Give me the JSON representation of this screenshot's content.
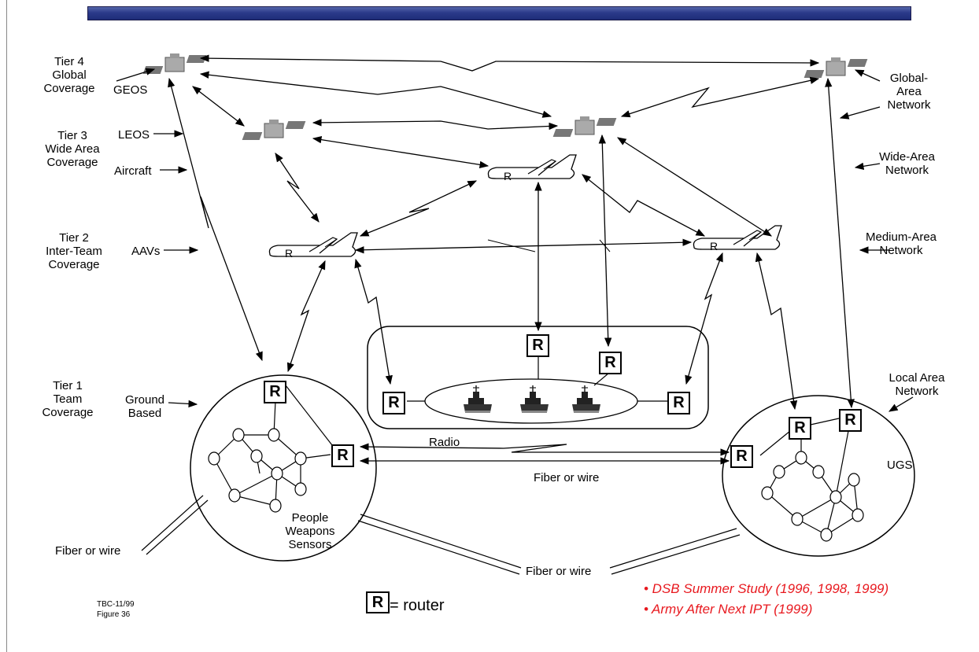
{
  "tiers": {
    "tier4": "Tier 4\nGlobal\nCoverage",
    "tier3": "Tier 3\nWide Area\nCoverage",
    "tier2": "Tier 2\nInter-Team\nCoverage",
    "tier1": "Tier 1\nTeam\nCoverage"
  },
  "platforms": {
    "geos": "GEOS",
    "leos": "LEOS",
    "aircraft": "Aircraft",
    "aavs": "AAVs",
    "ground": "Ground\nBased"
  },
  "networks": {
    "global": "Global-\nArea\nNetwork",
    "wide": "Wide-Area\nNetwork",
    "medium": "Medium-Area\nNetwork",
    "local": "Local Area\nNetwork"
  },
  "links": {
    "radio": "Radio",
    "fiber_center": "Fiber or  wire",
    "fiber_left": "Fiber or  wire",
    "fiber_bottom": "Fiber or  wire"
  },
  "cluster_left": "People\nWeapons\nSensors",
  "cluster_right": "UGS",
  "router_letter": "R",
  "legend_text": "= router",
  "sources": [
    "• DSB Summer Study (1996, 1998, 1999)",
    "• Army After Next IPT (1999)"
  ],
  "footer": {
    "code": "TBC-11/99",
    "figure": "Figure 36"
  },
  "colors": {
    "bar": "#2b3a8a",
    "source_text": "#e8191f"
  }
}
